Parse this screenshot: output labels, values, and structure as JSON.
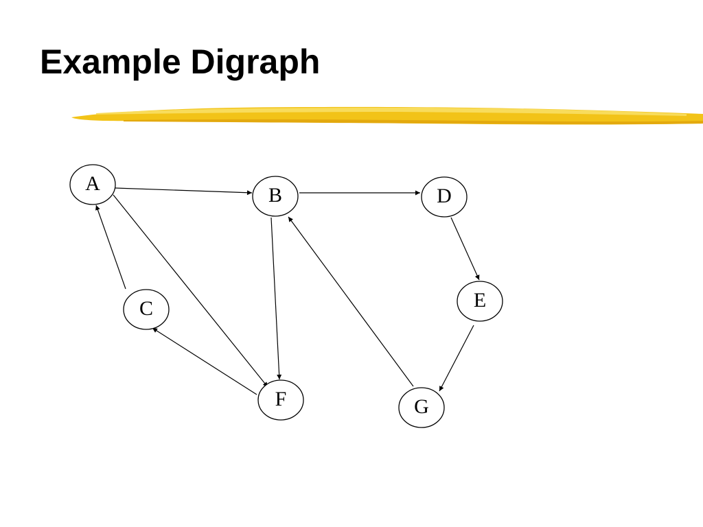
{
  "slide": {
    "title": "Example Digraph"
  },
  "theme": {
    "accent_color": "#f2c318",
    "accent_dark": "#e3a90e",
    "accent_light": "#f8dc5c",
    "ink": "#000000"
  },
  "diagram": {
    "nodes": [
      {
        "id": "A",
        "label": "A"
      },
      {
        "id": "B",
        "label": "B"
      },
      {
        "id": "C",
        "label": "C"
      },
      {
        "id": "D",
        "label": "D"
      },
      {
        "id": "E",
        "label": "E"
      },
      {
        "id": "F",
        "label": "F"
      },
      {
        "id": "G",
        "label": "G"
      }
    ],
    "edges": [
      {
        "from": "A",
        "to": "B"
      },
      {
        "from": "A",
        "to": "F"
      },
      {
        "from": "B",
        "to": "D"
      },
      {
        "from": "B",
        "to": "F"
      },
      {
        "from": "C",
        "to": "A"
      },
      {
        "from": "D",
        "to": "E"
      },
      {
        "from": "E",
        "to": "G"
      },
      {
        "from": "F",
        "to": "C"
      },
      {
        "from": "G",
        "to": "B"
      }
    ]
  }
}
